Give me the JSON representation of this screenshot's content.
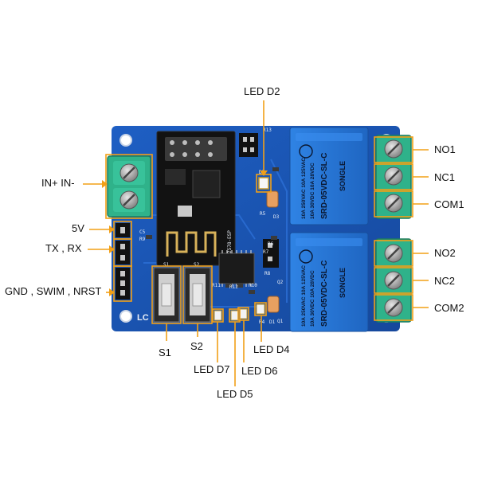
{
  "board": {
    "relays": [
      {
        "brand": "SONGLE",
        "model": "SRD-05VDC-SL-C",
        "rating_1": "10A 250VAC 10A 125VAC",
        "rating_2": "10A 30VDC 10A 28VDC"
      },
      {
        "brand": "SONGLE",
        "model": "SRD-05VDC-SL-C",
        "rating_1": "10A 250VAC 10A 125VAC",
        "rating_2": "10A 30VDC 10A 28VDC"
      }
    ],
    "module_text": "2578-ESP",
    "corner_text": "LC",
    "silkscreen": [
      "R13",
      "R5",
      "C5",
      "R9",
      "R6",
      "R7",
      "R8",
      "Q1",
      "Q2",
      "R11",
      "R12",
      "R10",
      "R4",
      "D1",
      "D2",
      "D3",
      "S1",
      "S2"
    ]
  },
  "callouts": {
    "led_d2": "LED D2",
    "in_terminal": "IN+  IN-",
    "five_v": "5V",
    "tx_rx": "TX , RX",
    "gnd_swim_nrst": "GND , SWIM , NRST",
    "s1": "S1",
    "s2": "S2",
    "led_d7": "LED D7",
    "led_d5": "LED D5",
    "led_d6": "LED D6",
    "led_d4": "LED D4",
    "no1": "NO1",
    "nc1": "NC1",
    "com1": "COM1",
    "no2": "NO2",
    "nc2": "NC2",
    "com2": "COM2"
  },
  "colors": {
    "pcb": "#1a56b8",
    "callout": "#f2a017",
    "relay": "#2b78d6",
    "terminal": "#2fb28a"
  }
}
